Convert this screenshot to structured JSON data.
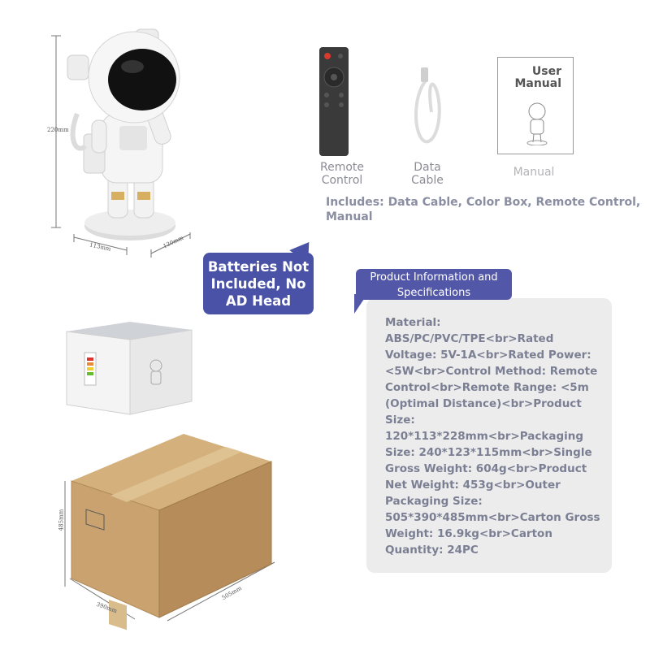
{
  "dimensions": {
    "height_label": "220mm",
    "width_label": "113mm",
    "depth_label": "120mm",
    "carton_height": "485mm",
    "carton_width": "390mm",
    "carton_length": "505mm"
  },
  "items": {
    "remote_label": "Remote\nControl",
    "cable_label": "Data\nCable",
    "manual_label": "Manual",
    "manual_cover_title": "User\nManual"
  },
  "includes_text": "Includes: Data Cable, Color Box, Remote Control, Manual",
  "battery_notice": "Batteries Not Included, No AD Head",
  "spec_heading": "Product Information and Specifications",
  "spec_body": "Material: ABS/PC/PVC/TPE<br>Rated Voltage: 5V-1A<br>Rated Power: <5W<br>Control Method: Remote Control<br>Remote Range: <5m (Optimal Distance)<br>Product Size: 120*113*228mm<br>Packaging Size: 240*123*115mm<br>Single Gross Weight: 604g<br>Product Net Weight: 453g<br>Outer Packaging Size: 505*390*485mm<br>Carton Gross Weight: 16.9kg<br>Carton Quantity: 24PC",
  "colors": {
    "accent": "#4a52a8",
    "panel": "#ececec",
    "spec_text": "#7b7f93",
    "label_text": "#8c8c96",
    "cardboard": "#c9a270"
  },
  "icons": [
    "astronaut-product-image",
    "remote-control-image",
    "data-cable-image",
    "manual-booklet-image",
    "color-box-image",
    "shipping-carton-image"
  ]
}
